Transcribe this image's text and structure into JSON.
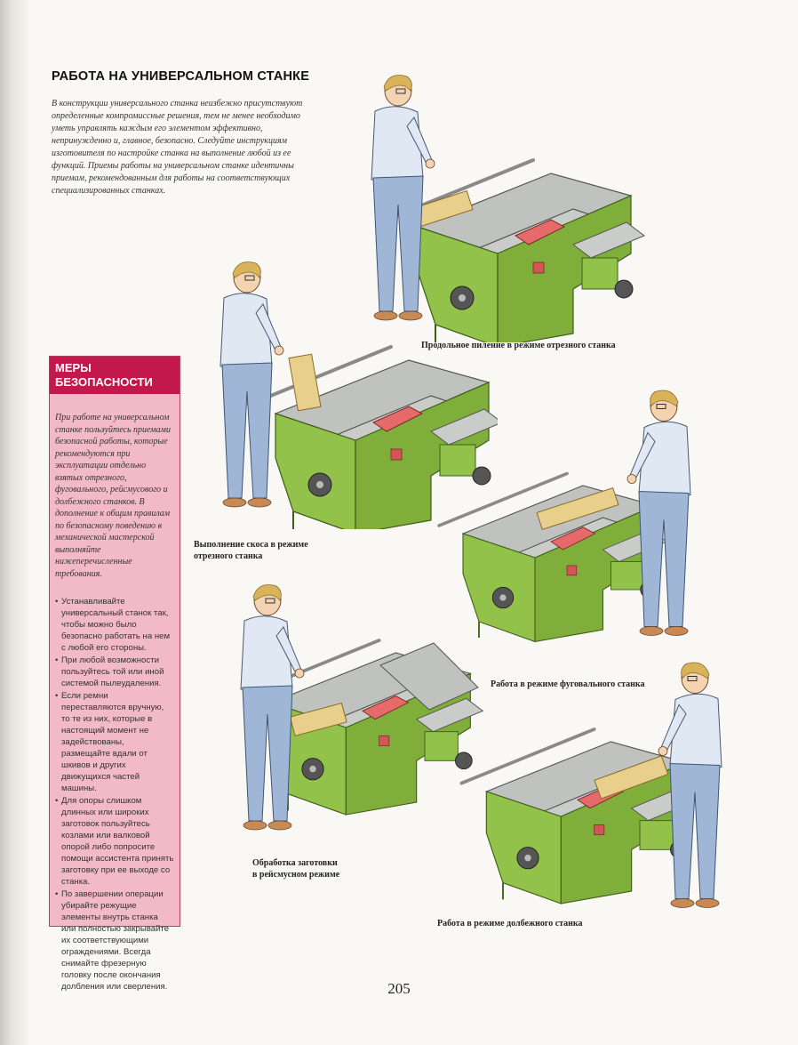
{
  "heading": "РАБОТА НА УНИВЕРСАЛЬНОМ СТАНКЕ",
  "intro": "В конструкции универсального станка неизбежно присутствуют определенные компромиссные решения, тем не менее необходимо уметь управлять каждым его элементом эффективно, непринужденно и, главное, безопасно. Следуйте инструкциям изготовителя по настройке станка на выполнение любой из ее функций. Приемы работы на универсальном станке идентичны приемам, рекомендованным для работы на соответствующих специализированных станках.",
  "safety": {
    "title_line1": "МЕРЫ",
    "title_line2": "БЕЗОПАСНОСТИ",
    "intro": "При работе на универсальном станке пользуйтесь приемами безопасной работы, которые рекомендуются при эксплуатации отдельно взятых отрезного, фуговального, рейсмусового и долбежного станков. В дополнение к общим правилам по безопасному поведению в механической мастерской выполняйте нижеперечисленные требования.",
    "items": [
      "Устанавливайте универсальный станок так, чтобы можно было безопасно работать на нем с любой его стороны.",
      "При любой возможности пользуйтесь той или иной системой пылеудаления.",
      "Если ремни переставляются вручную, то те из них, которые в настоящий момент не задействованы, размещайте вдали от шкивов и других движущихся частей машины.",
      "Для опоры слишком длинных или широких заготовок пользуйтесь козлами или валковой опорой либо попросите помощи ассистента принять заготовку при ее выходе со станка.",
      "По завершении операции убирайте режущие элементы внутрь станка или полностью закрывайте их соответствующими ограждениями. Всегда снимайте фрезерную головку после окончания долбления или сверления."
    ]
  },
  "captions": {
    "rip": "Продольное пиление в режиме отрезного станка",
    "bevel_1": "Выполнение скоса в режиме",
    "bevel_2": "отрезного станка",
    "jointer": "Работа в режиме фуговального станка",
    "thickness_1": "Обработка заготовки",
    "thickness_2": "в рейсмусном режиме",
    "mortise": "Работа в режиме долбежного станка"
  },
  "page_number": "205",
  "colors": {
    "machine_green": "#93c24a",
    "machine_dark": "#5e8a2a",
    "table_gray": "#b9bcb8",
    "shirt": "#dfe8f3",
    "jeans": "#9fb6d6",
    "wood": "#e9cf8c",
    "guard_red": "#e66a6a",
    "safety_box": "#f2b9c6",
    "safety_head": "#c2184b"
  }
}
